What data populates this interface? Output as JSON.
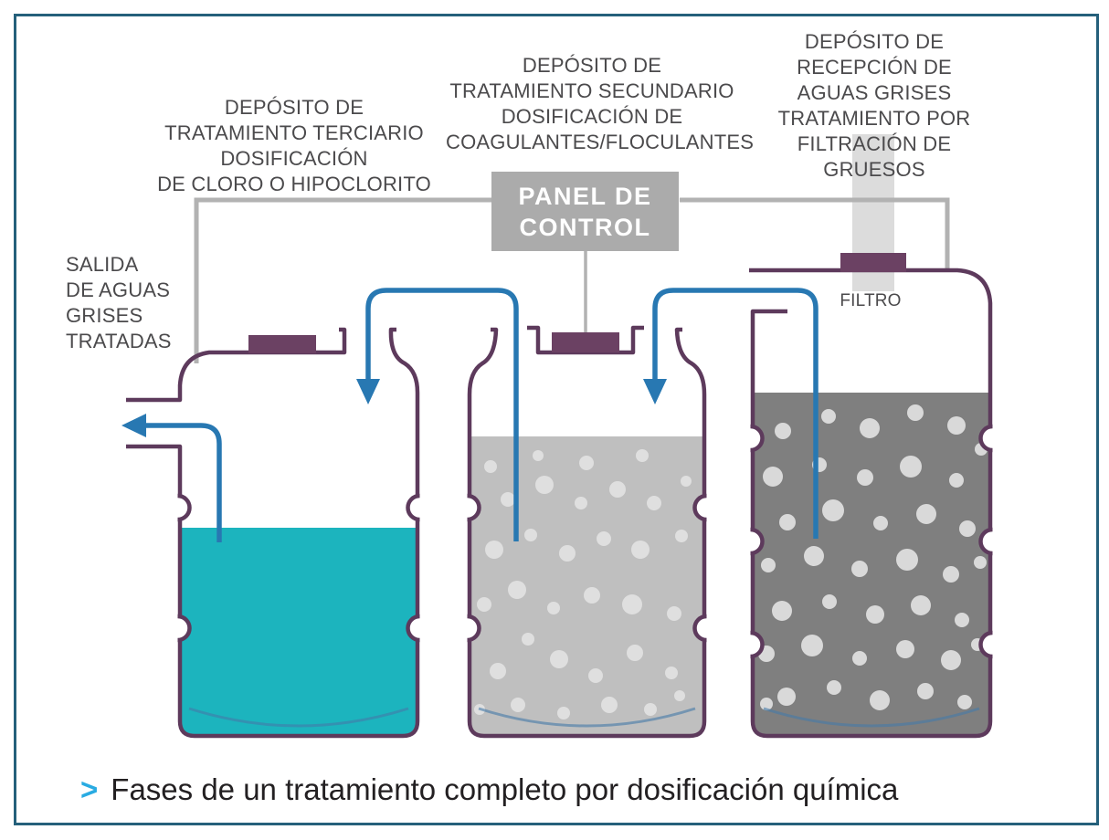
{
  "figure": {
    "caption": {
      "chevron": ">",
      "text": "Fases de un tratamiento completo por dosificación química"
    },
    "labels": {
      "tank_tertiary": "DEPÓSITO DE\nTRATAMIENTO TERCIARIO\nDOSIFICACIÓN\nDE CLORO O HIPOCLORITO",
      "tank_secondary": "DEPÓSITO DE\nTRATAMIENTO SECUNDARIO\nDOSIFICACIÓN DE\nCOAGULANTES/FLOCULANTES",
      "tank_reception": "DEPÓSITO DE\nRECEPCIÓN DE\nAGUAS GRISES\nTRATAMIENTO POR\nFILTRACIÓN DE\nGRUESOS",
      "outlet": "SALIDA\nDE AGUAS\nGRISES\nTRATADAS",
      "filter": "FILTRO",
      "control_panel": "PANEL DE\nCONTROL"
    },
    "colors": {
      "border": "#25607b",
      "caption_accent": "#29abe2",
      "caption_text": "#232022",
      "label_text": "#4b4a4c",
      "tank_outline": "#5d3a5c",
      "tank_cap": "#6b4163",
      "pipe_blue": "#2878b2",
      "water_teal": "#1cb4be",
      "water_light_gray": "#bfbfbf",
      "water_dark_gray": "#7f7f7f",
      "bubble_light": "#dfdfdf",
      "bubble_dark_tank": "#d9d9d9",
      "panel_bg": "#ababab",
      "panel_text": "#ffffff",
      "connector_gray": "#b2b2b2",
      "filter_bar": "#dcdcdc",
      "bottom_arc": "#4579a9"
    }
  }
}
